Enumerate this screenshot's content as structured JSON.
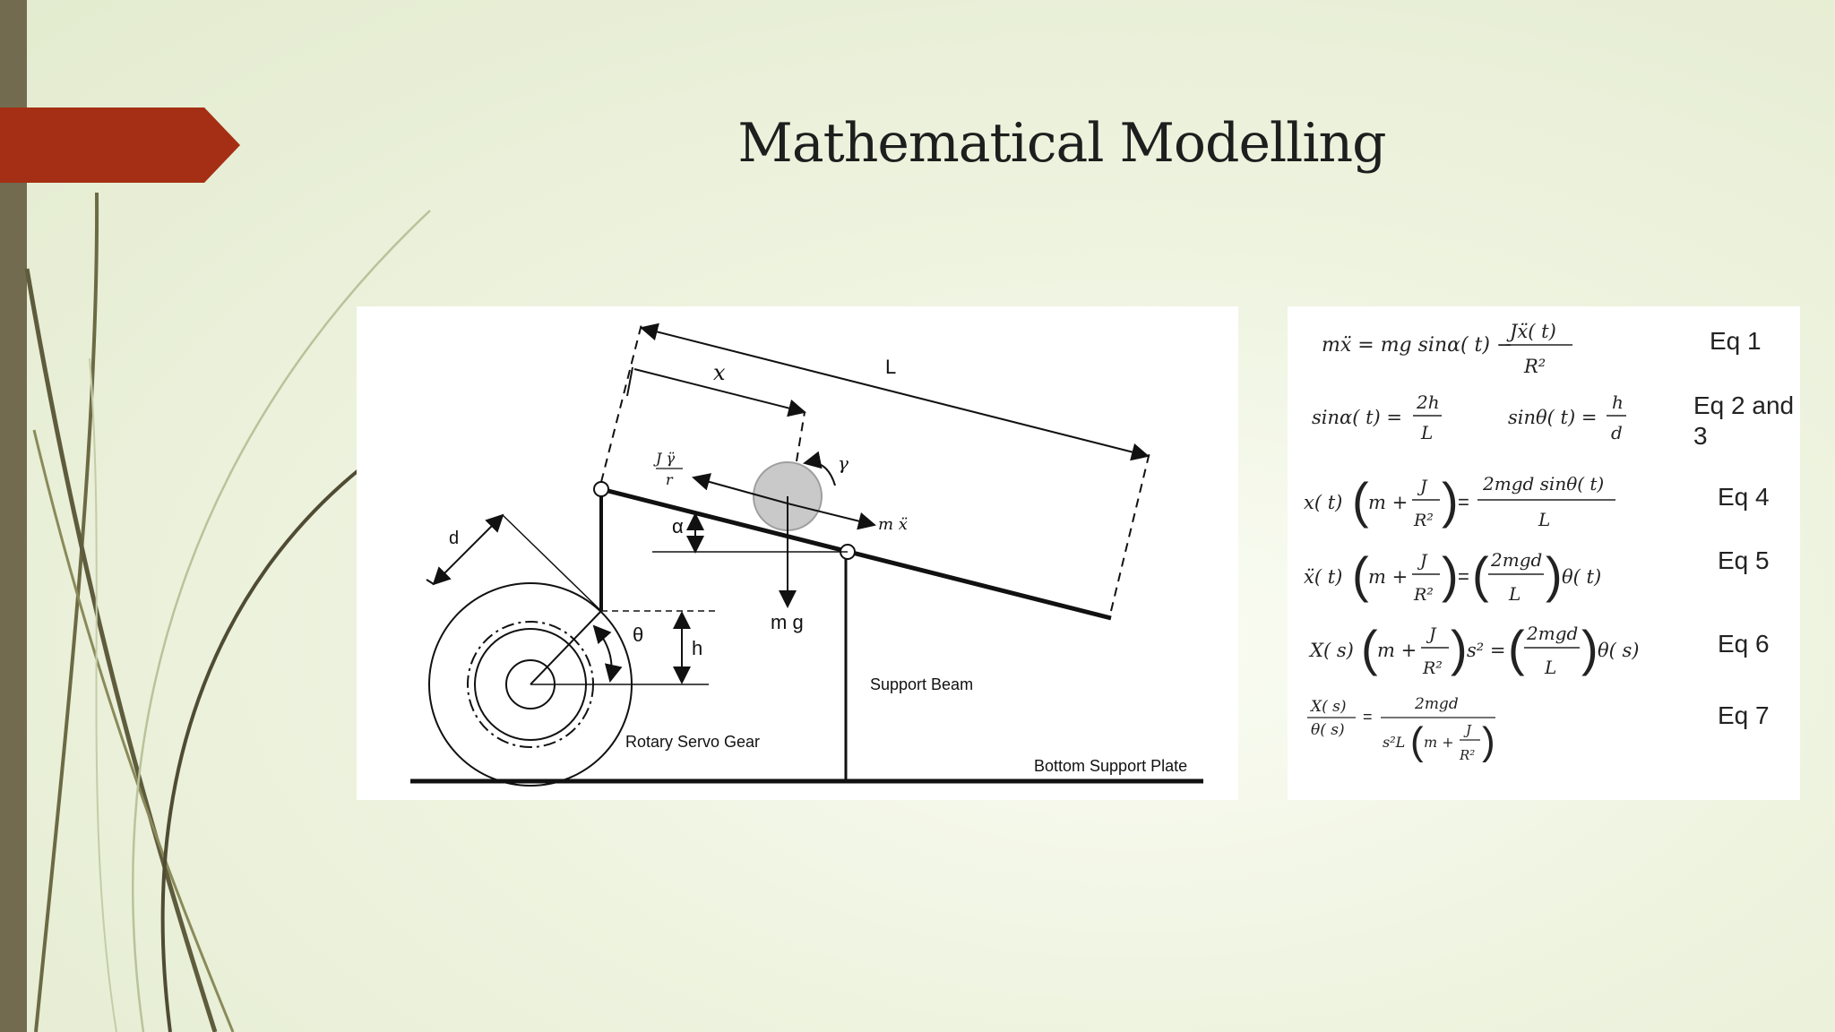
{
  "slide": {
    "title": "Mathematical Modelling",
    "colors": {
      "accent_tab": "#a52f14",
      "side_bar": "#736b4f",
      "background": "#eef3df"
    }
  },
  "diagram": {
    "labels": {
      "length_L": "L",
      "position_x": "x",
      "gamma": "γ",
      "alpha": "α",
      "ball_force": "m ẍ",
      "inertia_num": "J γ̈",
      "inertia_den": "r",
      "weight": "m g",
      "d": "d",
      "theta": "θ",
      "h": "h",
      "support_beam": "Support Beam",
      "rotary_servo_gear": "Rotary Servo Gear",
      "bottom_support_plate": "Bottom Support Plate"
    }
  },
  "equations": [
    {
      "label": "Eq 1",
      "lhs": "mẍ = mg sinα( t) −",
      "frac_num": "Jẍ( t)",
      "frac_den": "R²"
    },
    {
      "label_line1": "Eq 2 and",
      "label_line2": "3",
      "a_lhs": "sinα( t) =",
      "a_num": "2h",
      "a_den": "L",
      "b_lhs": "sinθ( t) =",
      "b_num": "h",
      "b_den": "d"
    },
    {
      "label": "Eq 4",
      "lhs": "x( t)",
      "m": "m +",
      "j": "J",
      "r2": "R²",
      "eq": "=",
      "rhs_num": "2mgd sinθ( t)",
      "rhs_den": "L"
    },
    {
      "label": "Eq 5",
      "lhs": "ẍ( t)",
      "m": "m +",
      "j": "J",
      "r2": "R²",
      "eq": "=",
      "rhs_num": "2mgd",
      "rhs_den": "L",
      "tail": "θ( t)"
    },
    {
      "label": "Eq 6",
      "lhs": "X( s)",
      "m": "m +",
      "j": "J",
      "r2": "R²",
      "s2": "s² =",
      "rhs_num": "2mgd",
      "rhs_den": "L",
      "tail": "θ( s)"
    },
    {
      "label": "Eq 7",
      "lhs_num": "X( s)",
      "lhs_den": "θ( s)",
      "eq": "=",
      "rhs_num": "2mgd",
      "den_a": "s²L",
      "den_m": "m +",
      "den_j": "J",
      "den_r2": "R²"
    }
  ]
}
